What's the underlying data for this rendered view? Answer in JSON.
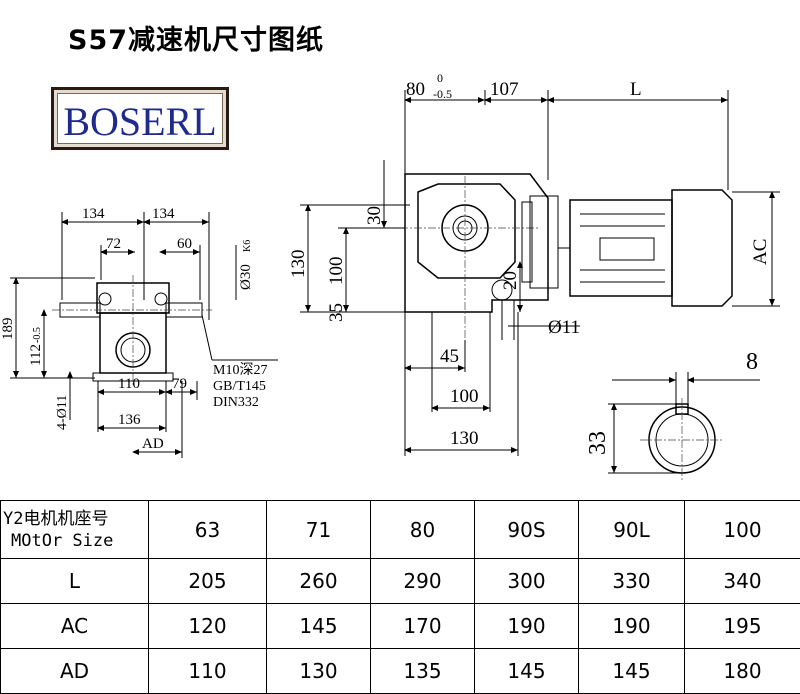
{
  "title": "S57减速机尺寸图纸",
  "logo": {
    "text": "BOSERL",
    "color": "#1f2a8a"
  },
  "drawing": {
    "side_view": {
      "dims": {
        "width_left": "134",
        "width_right": "134",
        "d72": "72",
        "d60": "60",
        "height_189": "189",
        "height_112": "112",
        "height_112_tol": "-0.5",
        "shaft": "Ø30",
        "shaft_tol": "K6",
        "holes": "4-Ø11",
        "base_110": "110",
        "base_79": "79",
        "base_136": "136",
        "ad": "AD"
      },
      "note": [
        "M10深27",
        "GB/T145",
        "DIN332"
      ]
    },
    "front_view": {
      "dims": {
        "d80": "80",
        "d80_tol_upper": "0",
        "d80_tol_lower": "-0.5",
        "d107": "107",
        "L": "L",
        "h130": "130",
        "h100": "100",
        "h30": "30",
        "h35": "35",
        "h20": "20",
        "ac": "AC",
        "hole11": "Ø11",
        "w45": "45",
        "w100": "100",
        "w130": "130"
      }
    },
    "keyway": {
      "width": "8",
      "depth": "33"
    }
  },
  "table": {
    "header": {
      "label_line1": "Y2电机机座号",
      "label_line2": "MOtOr Size"
    },
    "sizes": [
      "63",
      "71",
      "80",
      "90S",
      "90L",
      "100"
    ],
    "rows": [
      {
        "label": "L",
        "values": [
          "205",
          "260",
          "290",
          "300",
          "330",
          "340"
        ]
      },
      {
        "label": "AC",
        "values": [
          "120",
          "145",
          "170",
          "190",
          "190",
          "195"
        ]
      },
      {
        "label": "AD",
        "values": [
          "110",
          "130",
          "135",
          "145",
          "145",
          "180"
        ]
      }
    ]
  }
}
